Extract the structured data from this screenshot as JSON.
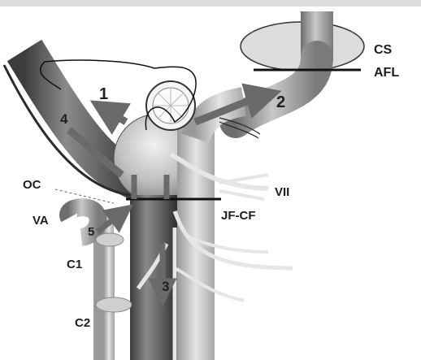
{
  "labels": {
    "cs": "CS",
    "afl": "AFL",
    "oc": "OC",
    "va": "VA",
    "vii": "VII",
    "jf_cf": "JF-CF",
    "c1": "C1",
    "c2": "C2"
  },
  "arrows": {
    "a1": "1",
    "a2": "2",
    "a3": "3",
    "a4": "4",
    "a5": "5"
  },
  "colors": {
    "vessel_dark": "#5a5a5a",
    "vessel_light": "#b9b9b9",
    "nerve": "#e6e6e6",
    "sinus_fill": "#d9d9d9",
    "line": "#111111",
    "arrow": "#6a6a6a"
  }
}
